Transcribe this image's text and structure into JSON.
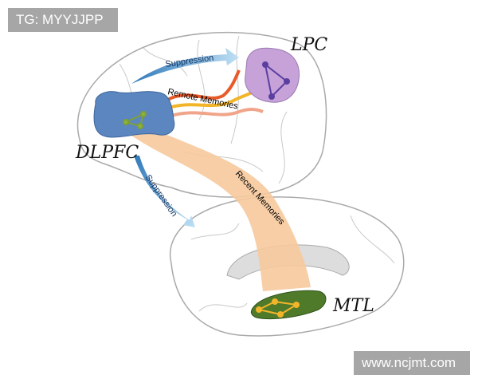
{
  "watermarks": {
    "top_left": "TG: MYYJJPP",
    "bottom_right": "www.ncjmt.com"
  },
  "regions": {
    "lpc": "LPC",
    "dlpfc": "DLPFC",
    "mtl": "MTL"
  },
  "pathways": {
    "suppression_top": "Suppression",
    "suppression_down": "Suppression",
    "remote": "Remote Memories",
    "recent": "Recent Memories"
  },
  "colors": {
    "dlpfc": "#5b86c0",
    "lpc": "#c6a2d8",
    "mtl": "#4f7a2a",
    "recent": "#f6c99c",
    "suppression": "#6aa9de"
  }
}
